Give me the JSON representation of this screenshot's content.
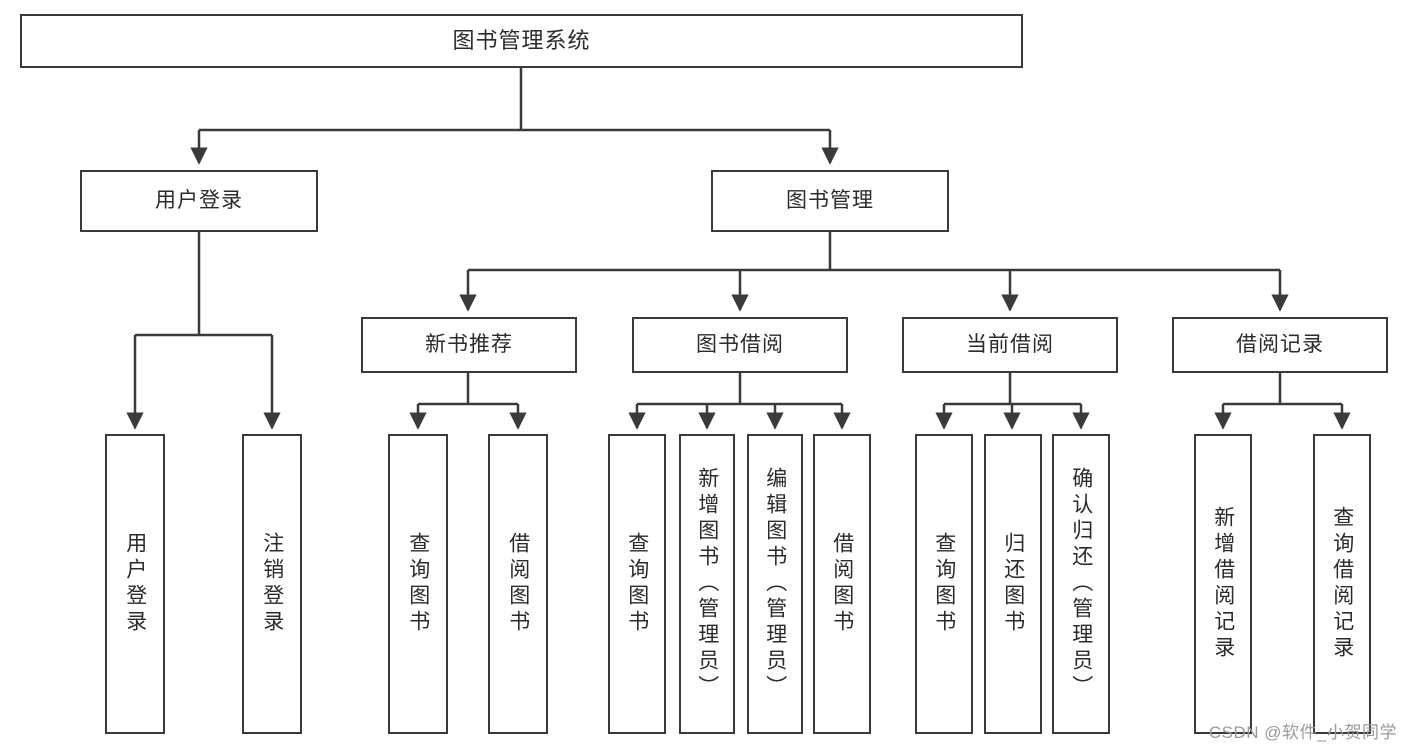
{
  "diagram": {
    "title": "图书管理系统",
    "type": "tree-hierarchy",
    "root": {
      "label": "图书管理系统"
    },
    "level2": [
      {
        "label": "用户登录"
      },
      {
        "label": "图书管理"
      }
    ],
    "level3": [
      {
        "label": "新书推荐"
      },
      {
        "label": "图书借阅"
      },
      {
        "label": "当前借阅"
      },
      {
        "label": "借阅记录"
      }
    ],
    "leaves": {
      "user_login": [
        {
          "label": "用户登录"
        },
        {
          "label": "注销登录"
        }
      ],
      "new_book_recommend": [
        {
          "label": "查询图书"
        },
        {
          "label": "借阅图书"
        }
      ],
      "book_borrow": [
        {
          "label": "查询图书"
        },
        {
          "label": "新增图书（管理员）"
        },
        {
          "label": "编辑图书（管理员）"
        },
        {
          "label": "借阅图书"
        }
      ],
      "current_borrow": [
        {
          "label": "查询图书"
        },
        {
          "label": "归还图书"
        },
        {
          "label": "确认归还（管理员）"
        }
      ],
      "borrow_record": [
        {
          "label": "新增借阅记录"
        },
        {
          "label": "查询借阅记录"
        }
      ]
    },
    "watermark": "CSDN @软件_小贺同学",
    "colors": {
      "stroke": "#3a3a3a",
      "text": "#2b2b2b",
      "background": "#ffffff",
      "watermark": "#9a9a9a"
    }
  }
}
